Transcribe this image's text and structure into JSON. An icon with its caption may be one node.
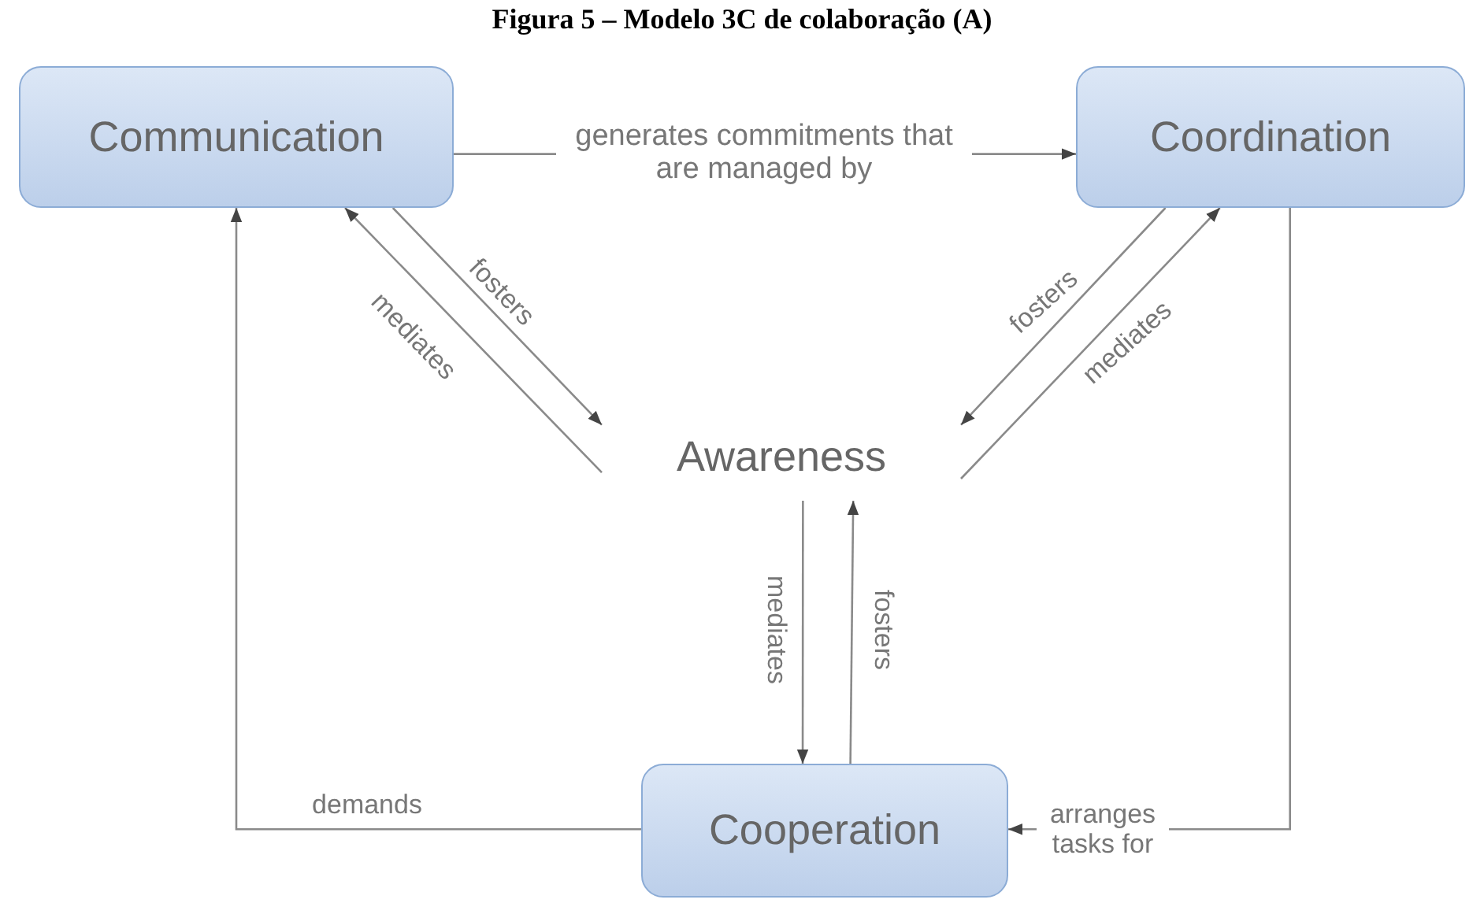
{
  "diagram": {
    "title": "Figura 5 – Modelo 3C de colaboração (A)",
    "nodes": [
      {
        "text": [
          "Communication"
        ]
      },
      {
        "text": [
          "Coordination"
        ]
      },
      {
        "text": [
          "Awareness"
        ]
      },
      {
        "text": [
          "Cooperation"
        ]
      }
    ],
    "edges": [
      {
        "from": 0,
        "to": 1,
        "arrow": "to",
        "label": "generates commitments that are managed by"
      },
      {
        "from": 0,
        "to": 2,
        "arrow": "to",
        "label": "fosters"
      },
      {
        "from": 2,
        "to": 0,
        "arrow": "to",
        "label": "mediates"
      },
      {
        "from": 1,
        "to": 2,
        "arrow": "to",
        "label": "fosters"
      },
      {
        "from": 2,
        "to": 1,
        "arrow": "to",
        "label": "mediates"
      },
      {
        "from": 2,
        "to": 3,
        "arrow": "to",
        "label": "mediates"
      },
      {
        "from": 3,
        "to": 2,
        "arrow": "to",
        "label": "fosters"
      },
      {
        "from": 3,
        "to": 0,
        "arrow": "to",
        "label": "demands"
      },
      {
        "from": 1,
        "to": 3,
        "arrow": "to",
        "label": "arranges tasks for"
      }
    ]
  }
}
